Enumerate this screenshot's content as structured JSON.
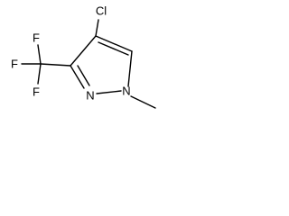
{
  "molecule": {
    "atoms": {
      "cl": "Cl",
      "f1": "F",
      "f2": "F",
      "f3": "F",
      "n1": "N",
      "n2": "N"
    },
    "colors": {
      "bond": "#000000",
      "label": "#000000",
      "background": "#ffffff"
    }
  }
}
